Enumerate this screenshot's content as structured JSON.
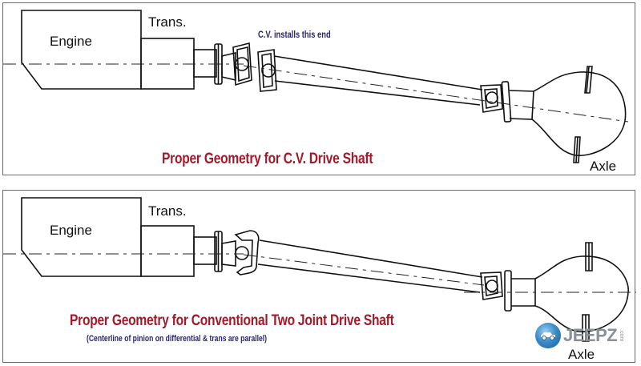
{
  "diagrams": [
    {
      "id": "cv-drive-shaft",
      "labels": {
        "engine": "Engine",
        "trans": "Trans.",
        "axle": "Axle",
        "note": "C.V. installs this end"
      },
      "title": "Proper Geometry for C.V. Drive Shaft"
    },
    {
      "id": "two-joint-drive-shaft",
      "labels": {
        "engine": "Engine",
        "trans": "Trans.",
        "axle": "Axle"
      },
      "title": "Proper Geometry for Conventional Two Joint Drive Shaft",
      "subtitle": "(Centerline of pinion on differential & trans are parallel)"
    }
  ],
  "watermark": {
    "brand": "JEEPZ",
    "suffix": ".com",
    "icon": "jeep-icon"
  },
  "colors": {
    "title_red": "#a3192a",
    "note_blue": "#2a2470",
    "line": "#111111",
    "border": "#6a6a6a"
  }
}
